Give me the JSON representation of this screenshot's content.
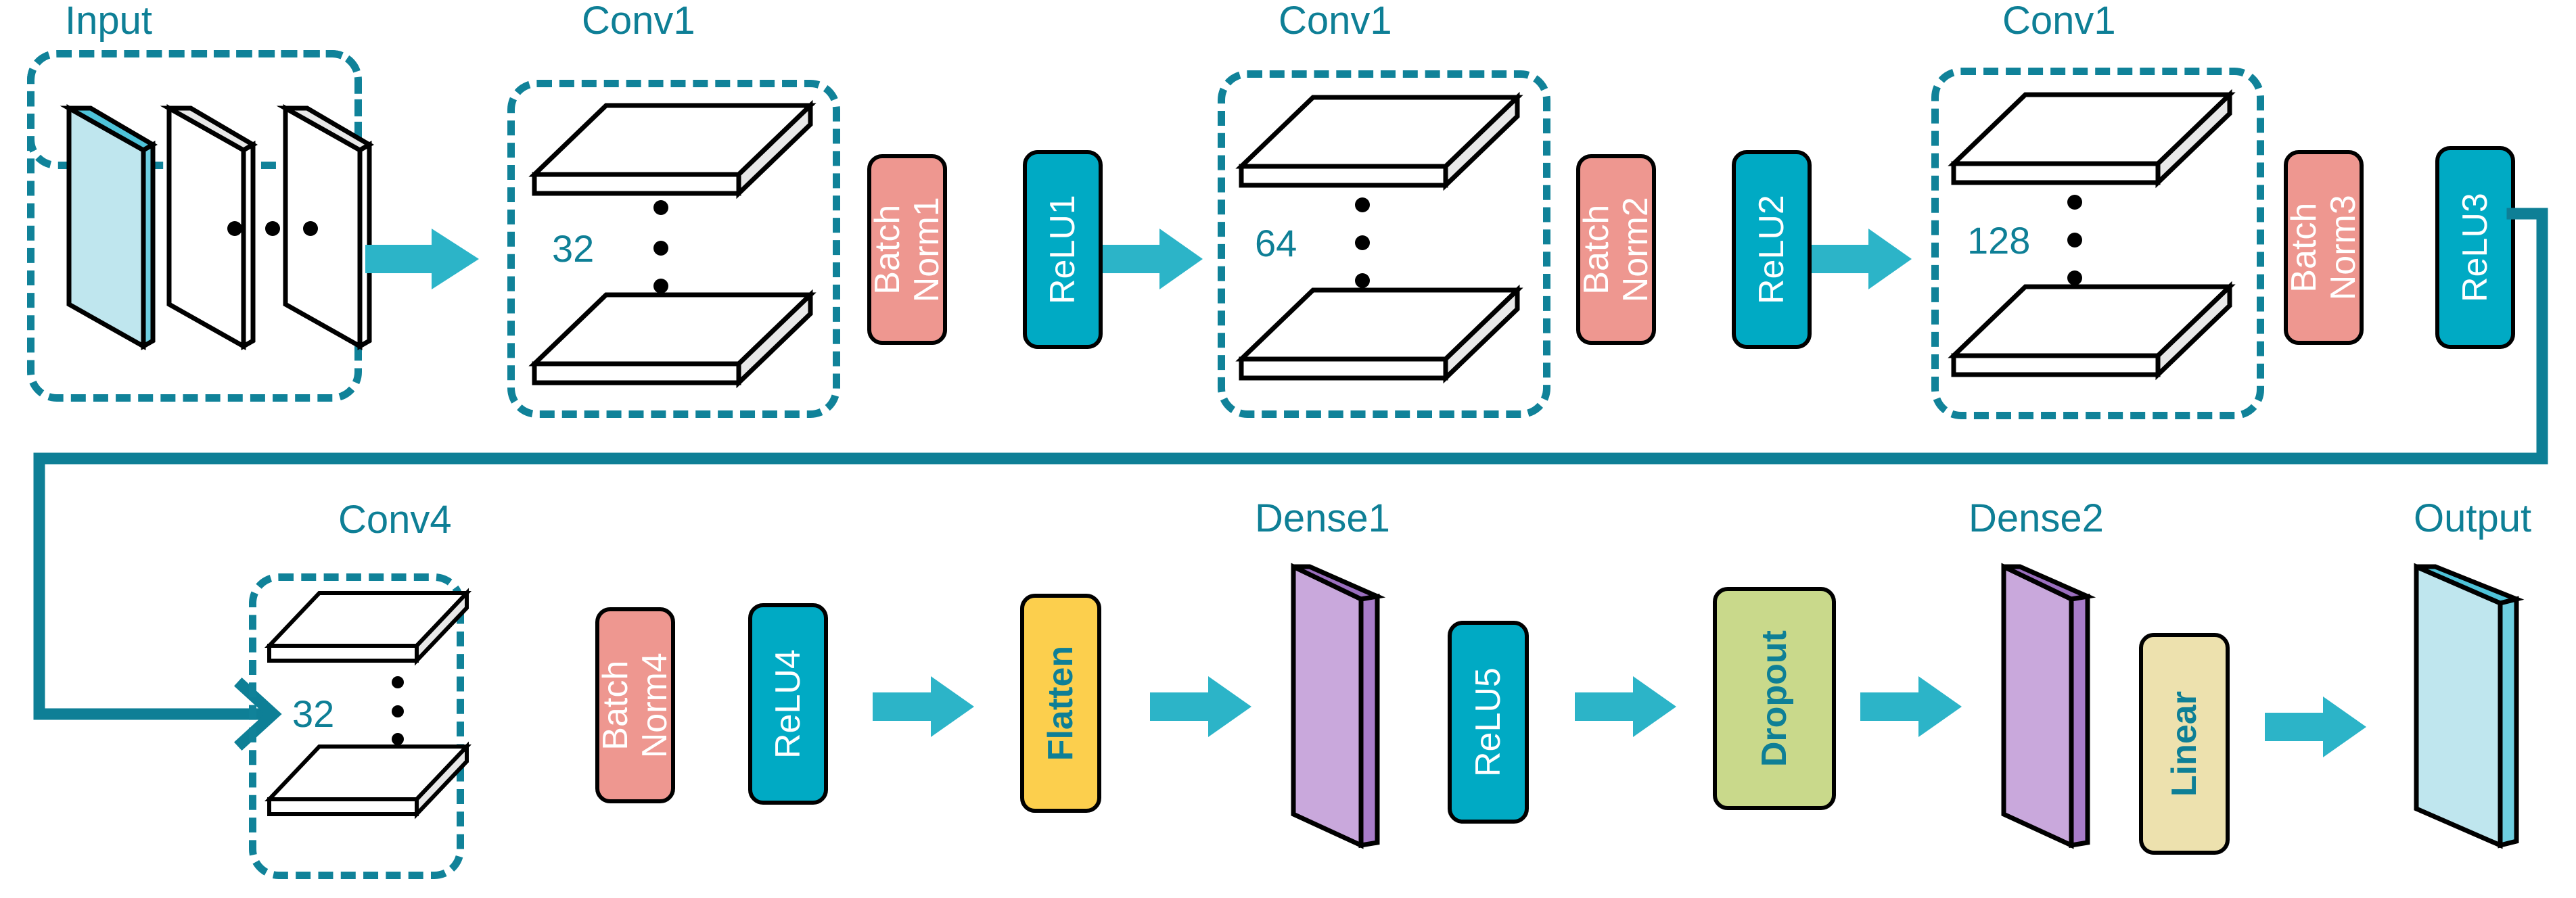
{
  "diagram": {
    "title": "CNN architecture block diagram",
    "colors": {
      "teal_text": "#0E7F96",
      "dashed_border": "#108299",
      "arrow": "#2CB4C8",
      "connector": "#0E7F96",
      "batchnorm_fill": "#EE9790",
      "relu_fill": "#00AAC4",
      "flatten_fill": "#FCCF4D",
      "dropout_fill": "#C9D98B",
      "linear_fill": "#EDE1AE",
      "dense_fill": "#C9A8DC",
      "dense_edge": "#9B6FBF",
      "input_fill": "#BFE6EE",
      "input_edge": "#4FC3D9",
      "conv_slab_fill": "#FFFFFF",
      "conv_slab_side": "#E8E8E8",
      "outline": "#000000"
    },
    "row1": {
      "groups": [
        {
          "id": "input",
          "title": "Input",
          "channels": "",
          "kind": "vertical-slabs",
          "slab_count": 3
        },
        {
          "id": "conv1a",
          "title": "Conv1",
          "channels": "32",
          "kind": "horizontal-slabs",
          "slab_count": 2
        },
        {
          "id": "conv1b",
          "title": "Conv1",
          "channels": "64",
          "kind": "horizontal-slabs",
          "slab_count": 2
        },
        {
          "id": "conv1c",
          "title": "Conv1",
          "channels": "128",
          "kind": "horizontal-slabs",
          "slab_count": 2
        }
      ],
      "ops": [
        {
          "id": "bn1",
          "type": "batchnorm",
          "line1": "Batch",
          "line2": "Norm1"
        },
        {
          "id": "relu1",
          "type": "relu",
          "line1": "ReLU1",
          "line2": ""
        },
        {
          "id": "bn2",
          "type": "batchnorm",
          "line1": "Batch",
          "line2": "Norm2"
        },
        {
          "id": "relu2",
          "type": "relu",
          "line1": "ReLU2",
          "line2": ""
        },
        {
          "id": "bn3",
          "type": "batchnorm",
          "line1": "Batch",
          "line2": "Norm3"
        },
        {
          "id": "relu3",
          "type": "relu",
          "line1": "ReLU3",
          "line2": ""
        }
      ]
    },
    "row2": {
      "groups": [
        {
          "id": "conv4",
          "title": "Conv4",
          "channels": "32",
          "kind": "horizontal-slabs",
          "slab_count": 2
        },
        {
          "id": "dense1",
          "title": "Dense1",
          "channels": "",
          "kind": "dense-slab"
        },
        {
          "id": "dense2",
          "title": "Dense2",
          "channels": "",
          "kind": "dense-slab"
        },
        {
          "id": "output",
          "title": "Output",
          "channels": "",
          "kind": "output-slab"
        }
      ],
      "ops": [
        {
          "id": "bn4",
          "type": "batchnorm",
          "line1": "Batch",
          "line2": "Norm4"
        },
        {
          "id": "relu4",
          "type": "relu",
          "line1": "ReLU4",
          "line2": ""
        },
        {
          "id": "flatten",
          "type": "flatten",
          "line1": "Flatten",
          "line2": ""
        },
        {
          "id": "relu5",
          "type": "relu",
          "line1": "ReLU5",
          "line2": ""
        },
        {
          "id": "dropout",
          "type": "dropout",
          "line1": "Dropout",
          "line2": ""
        },
        {
          "id": "linear",
          "type": "linear",
          "line1": "Linear",
          "line2": ""
        }
      ]
    },
    "labels": {
      "input": "Input",
      "conv1_a": "Conv1",
      "conv1_b": "Conv1",
      "conv1_c": "Conv1",
      "conv4": "Conv4",
      "dense1": "Dense1",
      "dense2": "Dense2",
      "output": "Output",
      "chan32a": "32",
      "chan64": "64",
      "chan128": "128",
      "chan32b": "32",
      "batch": "Batch",
      "norm1": "Norm1",
      "norm2": "Norm2",
      "norm3": "Norm3",
      "norm4": "Norm4",
      "relu1": "ReLU1",
      "relu2": "ReLU2",
      "relu3": "ReLU3",
      "relu4": "ReLU4",
      "relu5": "ReLU5",
      "flatten": "Flatten",
      "dropout": "Dropout",
      "linear": "Linear"
    }
  }
}
